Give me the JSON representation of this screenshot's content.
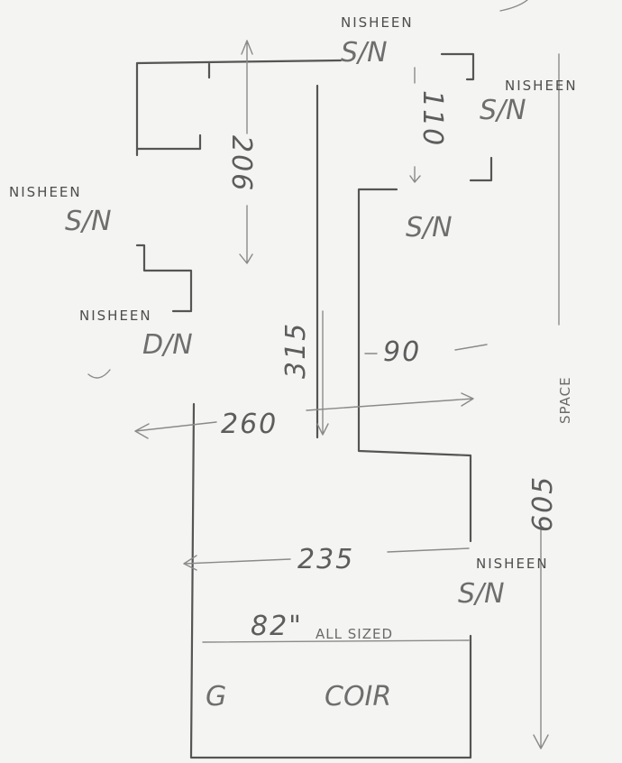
{
  "diagram": {
    "labels": {
      "nisheen_top": "NISHEEN",
      "sn_top": "S/N",
      "nisheen_right": "NISHEEN",
      "sn_right": "S/N",
      "nisheen_left": "NISHEEN",
      "sn_left": "S/N",
      "nisheen_mid": "NISHEEN",
      "dn_mid": "D/N",
      "sn_center": "S/N",
      "nisheen_bottom": "NISHEEN",
      "sn_bottom": "S/N"
    },
    "dimensions": {
      "d110": "110",
      "d206": "206",
      "d315": "315",
      "d90": "90",
      "d260": "260",
      "d235": "235",
      "d605": "605",
      "d82": "82\"",
      "space": "SPACE",
      "all_sized": "ALL SIZED"
    },
    "areas": {
      "coir": "COIR",
      "mark": "G"
    }
  }
}
